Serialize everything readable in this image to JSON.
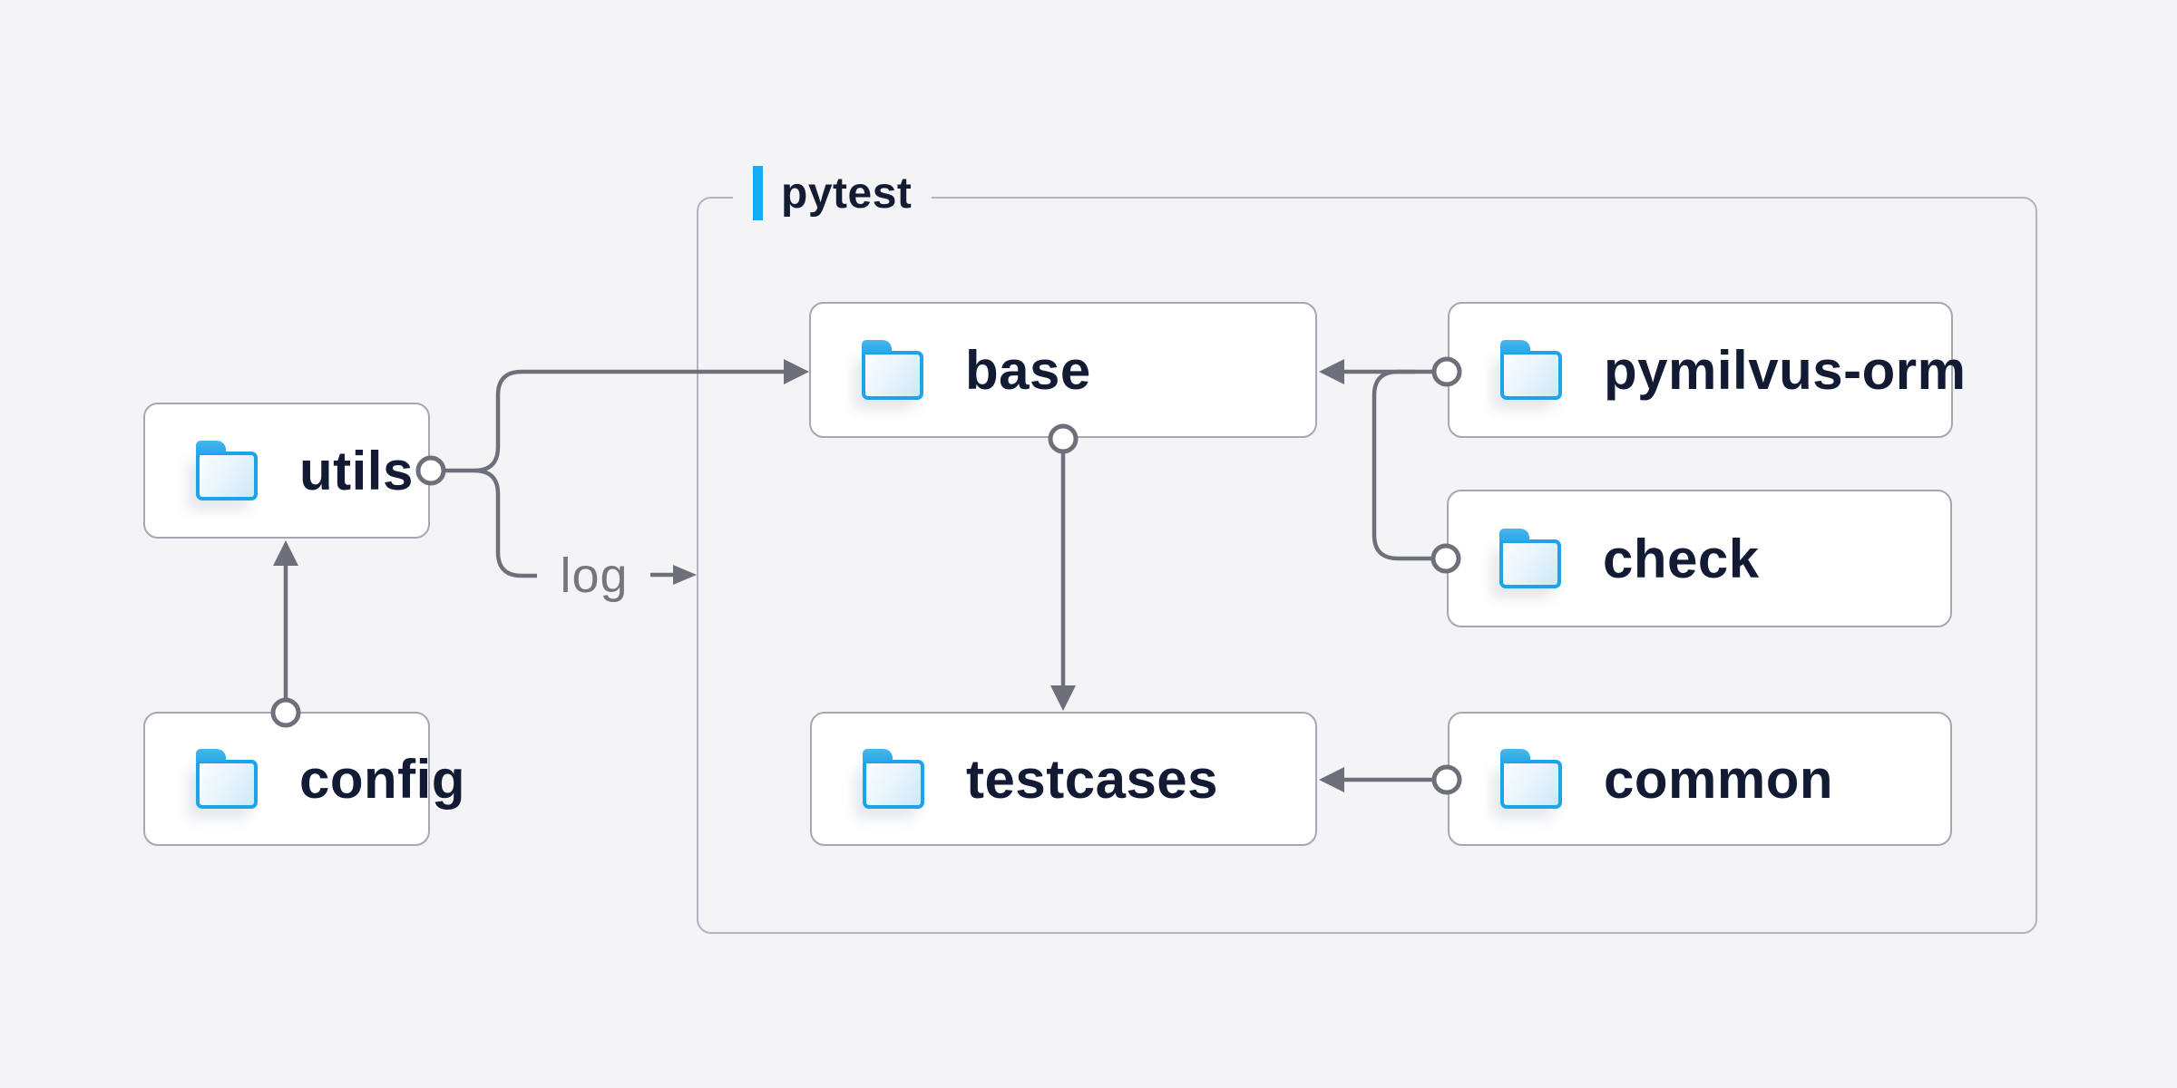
{
  "page": {
    "background_color": "#f4f4f6"
  },
  "diagram": {
    "container": {
      "label": "pytest",
      "accent_color": "#12adf3",
      "border_color": "#b3b3c1"
    },
    "nodes": [
      {
        "id": "utils",
        "label": "utils",
        "icon": "folder-icon",
        "inside_container": false
      },
      {
        "id": "config",
        "label": "config",
        "icon": "folder-icon",
        "inside_container": false
      },
      {
        "id": "base",
        "label": "base",
        "icon": "folder-icon",
        "inside_container": true
      },
      {
        "id": "pymilvus-orm",
        "label": "pymilvus-orm",
        "icon": "folder-icon",
        "inside_container": true
      },
      {
        "id": "check",
        "label": "check",
        "icon": "folder-icon",
        "inside_container": true
      },
      {
        "id": "testcases",
        "label": "testcases",
        "icon": "folder-icon",
        "inside_container": true
      },
      {
        "id": "common",
        "label": "common",
        "icon": "folder-icon",
        "inside_container": true
      }
    ],
    "edges": [
      {
        "from": "utils",
        "to": "base",
        "label": ""
      },
      {
        "from": "utils",
        "to": "pytest",
        "label": "log"
      },
      {
        "from": "config",
        "to": "utils",
        "label": ""
      },
      {
        "from": "pymilvus-orm",
        "to": "base",
        "label": ""
      },
      {
        "from": "check",
        "to": "base",
        "label": ""
      },
      {
        "from": "base",
        "to": "testcases",
        "label": ""
      },
      {
        "from": "common",
        "to": "testcases",
        "label": ""
      }
    ],
    "colors": {
      "edge": "#6d707a",
      "node_border": "#a5a7b3",
      "node_background": "#ffffff",
      "node_text": "#121b33",
      "folder_blue": "#1da4e8"
    }
  }
}
